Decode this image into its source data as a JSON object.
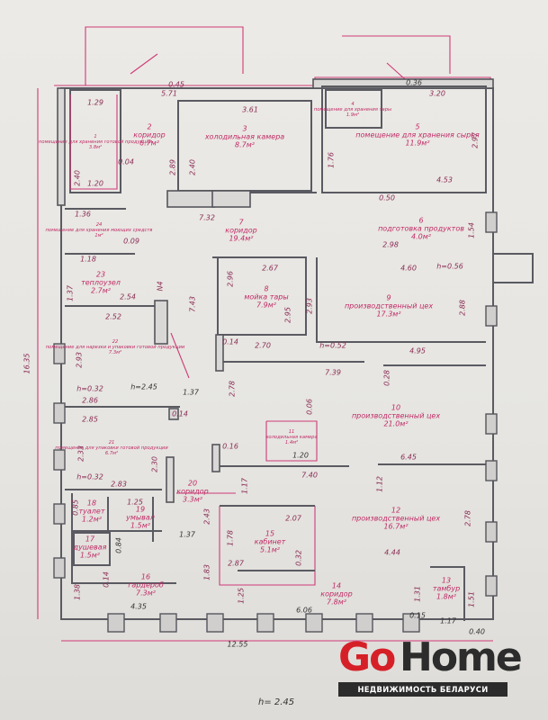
{
  "rooms": [
    {
      "n": "1",
      "name": "помещение для хранения готовой продукции",
      "area": "3.8м²"
    },
    {
      "n": "2",
      "name": "коридор",
      "area": "6.7м²"
    },
    {
      "n": "3",
      "name": "холодильная камера",
      "area": "8.7м²"
    },
    {
      "n": "4",
      "name": "помещение для хранения тары",
      "area": "1.9м²"
    },
    {
      "n": "5",
      "name": "помещение для хранения сырья",
      "area": "11.9м²"
    },
    {
      "n": "6",
      "name": "подготовка продуктов",
      "area": "4.0м²"
    },
    {
      "n": "7",
      "name": "коридор",
      "area": "19.4м²"
    },
    {
      "n": "8",
      "name": "мойка тары",
      "area": "7.9м²"
    },
    {
      "n": "9",
      "name": "производственный цех",
      "area": "17.3м²"
    },
    {
      "n": "10",
      "name": "производственный цех",
      "area": "21.0м²"
    },
    {
      "n": "11",
      "name": "холодильная камера",
      "area": "1.4м²"
    },
    {
      "n": "12",
      "name": "производственный цех",
      "area": "16.7м²"
    },
    {
      "n": "13",
      "name": "тамбур",
      "area": "1.8м²"
    },
    {
      "n": "14",
      "name": "коридор",
      "area": "7.8м²"
    },
    {
      "n": "15",
      "name": "кабинет",
      "area": "5.1м²"
    },
    {
      "n": "16",
      "name": "гардероб",
      "area": "7.3м²"
    },
    {
      "n": "17",
      "name": "душевая",
      "area": "1.5м²"
    },
    {
      "n": "18",
      "name": "туалет",
      "area": "1.2м²"
    },
    {
      "n": "19",
      "name": "умывал",
      "area": "1.5м²"
    },
    {
      "n": "20",
      "name": "коридор",
      "area": "3.3м²"
    },
    {
      "n": "21",
      "name": "помещение для упаковки готовой продукции",
      "area": "6.7м²"
    },
    {
      "n": "22",
      "name": "помещение для нарезки и упаковки готовой продукции",
      "area": "7.3м²"
    },
    {
      "n": "23",
      "name": "теплоузел",
      "area": "2.7м²"
    },
    {
      "n": "24",
      "name": "помещение для хранения моющих средств",
      "area": "1м²"
    }
  ],
  "dimensions": [
    "0.45",
    "5.71",
    "3.61",
    "0.36",
    "3.20",
    "1.29",
    "1.20",
    "0.04",
    "2.40",
    "2.89",
    "2.40",
    "2.97",
    "1.76",
    "4.53",
    "0.50",
    "7.32",
    "1.36",
    "0.09",
    "1.18",
    "2.98",
    "4.60",
    "h=0.56",
    "1.54",
    "2.67",
    "2.96",
    "2.95",
    "2.93",
    "2.88",
    "N4",
    "2.54",
    "1.37",
    "7.43",
    "2.52",
    "2.93",
    "16.35",
    "0.14",
    "2.70",
    "h=0.52",
    "4.95",
    "7.39",
    "0.28",
    "2.78",
    "h=0.32",
    "2.86",
    "h=2.45",
    "1.37",
    "2.85",
    "0.14",
    "0.16",
    "1.20",
    "0.06",
    "2.33",
    "7.40",
    "6.45",
    "2.30",
    "2.83",
    "1.17",
    "2.78",
    "1.12",
    "0.85",
    "1.25",
    "2.43",
    "1.78",
    "2.07",
    "1.37",
    "0.84",
    "0.14",
    "0.32",
    "1.83",
    "2.87",
    "1.25",
    "1.38",
    "4.44",
    "1.31",
    "4.35",
    "6.06",
    "1.51",
    "0.15",
    "1.17",
    "0.40",
    "12.55",
    "h=0.32"
  ],
  "bottom_note": "h= 2.45",
  "logo": {
    "go": "Go",
    "home": "Home",
    "tagline": "НЕДВИЖИМОСТЬ БЕЛАРУСИ"
  },
  "colors": {
    "walls": "#5a5a62",
    "annotation": "#c12a66",
    "logo_red": "#d62027",
    "logo_dark": "#2c2c2c"
  }
}
